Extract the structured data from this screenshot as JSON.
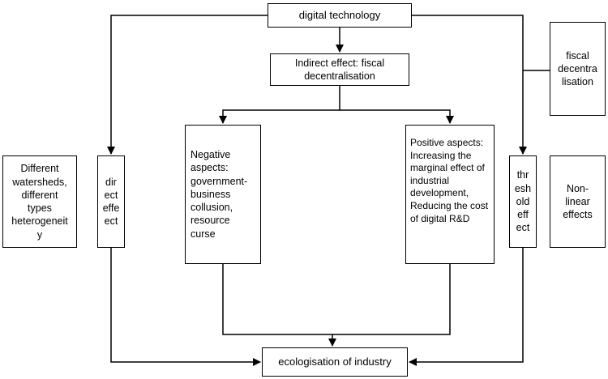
{
  "nodes": {
    "digital_technology": "digital technology",
    "indirect_effect": "Indirect effect: fiscal\ndecentralisation",
    "negative_aspects": "Negative aspects: government-business collusion, resource curse",
    "positive_aspects": "Positive aspects: Increasing the marginal effect of industrial development, Reducing the cost of digital R&D",
    "direct_effect": "dir\nect\neffe\nect",
    "threshold_effect": "thr\nesh\nold\neff\nect",
    "fiscal_decentralisation": "fiscal\ndecentra\nlisation",
    "heterogeneity": "Different\nwatersheds,\ndifferent\ntypes\nheterogeneit\ny",
    "nonlinear": "Non-\nlinear\neffects",
    "ecologisation": "ecologisation of industry"
  },
  "colors": {
    "line": "#000000",
    "box_fill": "#ffffff"
  }
}
